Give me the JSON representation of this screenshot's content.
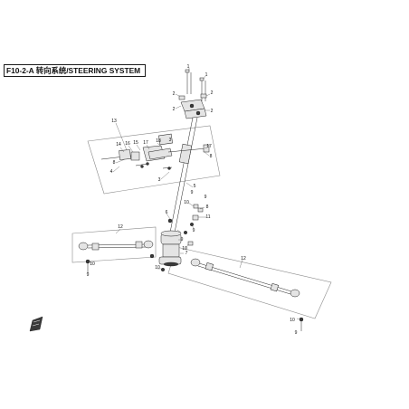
{
  "header": {
    "title": "F10-2-A  转向系统/STEERING SYSTEM"
  },
  "callouts": {
    "c1a": "1",
    "c1b": "1",
    "c2a": "2",
    "c2b": "2",
    "c2c": "2",
    "c2d": "2",
    "c3a": "3",
    "c3b": "3",
    "c4": "4",
    "c5": "5",
    "c6": "6",
    "c7": "7",
    "c8a": "8",
    "c8b": "8",
    "c9a": "9",
    "c9b": "9",
    "c9c": "9",
    "c9d": "9",
    "c9e": "9",
    "c10a": "10",
    "c10b": "10",
    "c10c": "10",
    "c11": "11",
    "c12a": "12",
    "c12b": "12",
    "c13": "13",
    "c14": "14",
    "c15": "15",
    "c16": "16",
    "c17a": "17",
    "c17b": "17",
    "c18": "18"
  }
}
